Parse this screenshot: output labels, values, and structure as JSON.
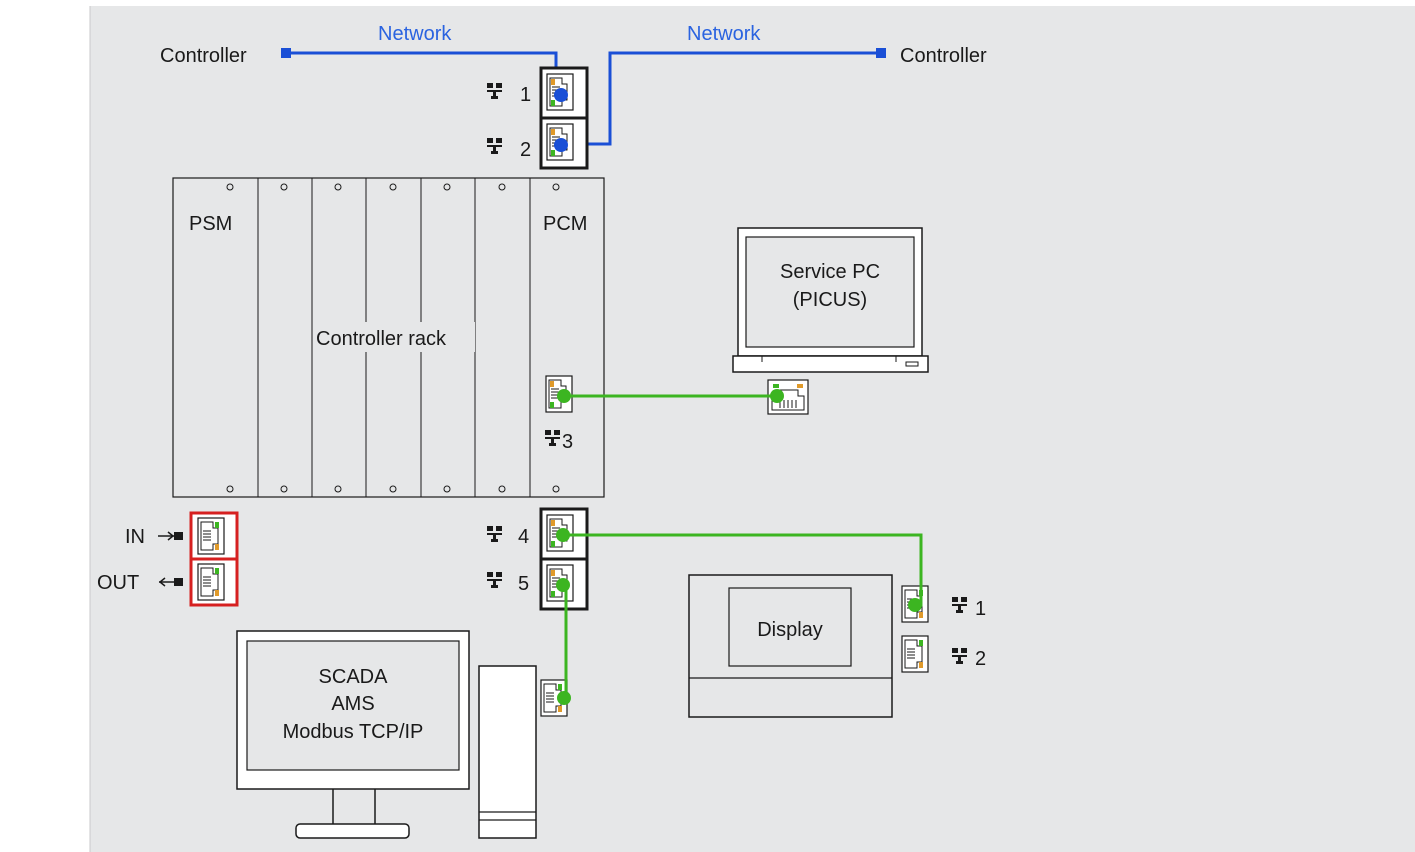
{
  "colors": {
    "background": "#e6e7e8",
    "network_line": "#1a4fd6",
    "network_label": "#2a63e0",
    "ethernet_line": "#3cb521",
    "outline": "#1a1a1a",
    "port_fill": "#ffffff",
    "port_orange": "#e09a2a",
    "port_green": "#3cb521",
    "redundant_border": "#d62020"
  },
  "network": {
    "left_controller": "Controller",
    "right_controller": "Controller",
    "left_label": "Network",
    "right_label": "Network"
  },
  "ports": {
    "top_1": "1",
    "top_2": "2",
    "pcm_3": "3",
    "bottom_4": "4",
    "bottom_5": "5",
    "display_1": "1",
    "display_2": "2"
  },
  "rack": {
    "psm_label": "PSM",
    "pcm_label": "PCM",
    "title": "Controller rack"
  },
  "io": {
    "in_label": "IN",
    "out_label": "OUT"
  },
  "service_pc": {
    "line1": "Service PC",
    "line2": "(PICUS)"
  },
  "display": {
    "label": "Display"
  },
  "scada": {
    "line1": "SCADA",
    "line2": "AMS",
    "line3": "Modbus TCP/IP"
  },
  "icons": [
    "network-icon",
    "ethernet-port-icon",
    "arrow-in-icon",
    "arrow-out-icon"
  ]
}
